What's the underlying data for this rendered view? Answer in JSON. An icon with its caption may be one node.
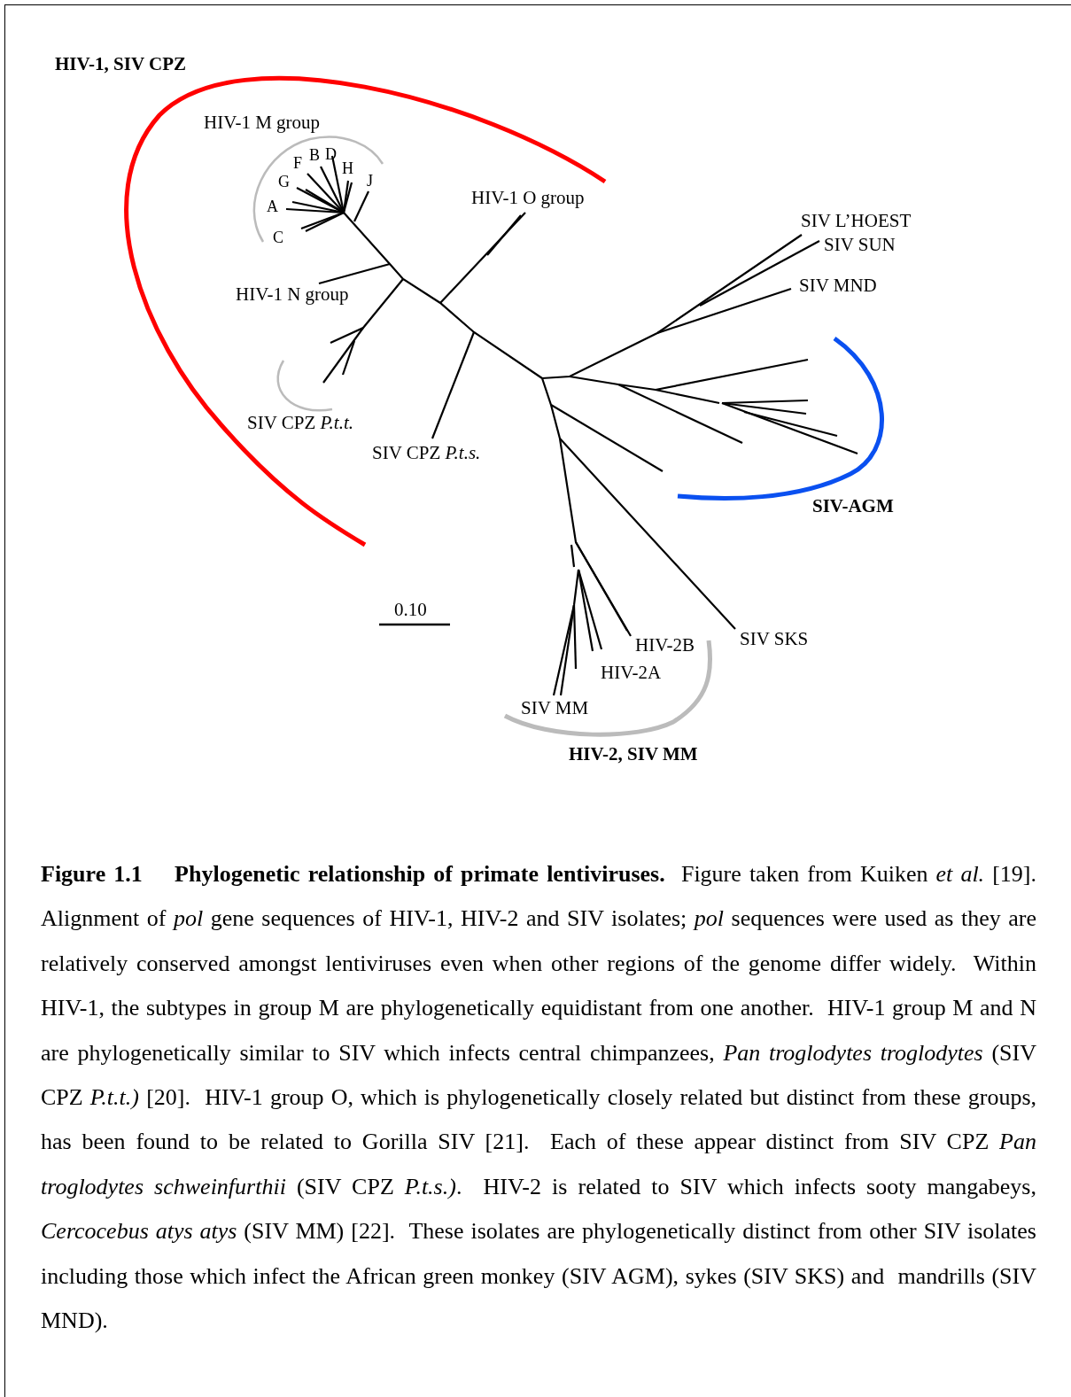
{
  "diagram": {
    "caption": "**Figure 1.1    Phylogenetic relationship of primate lentiviruses.**  Figure taken from Kuiken *et al.* [19].  Alignment of *pol* gene sequences of HIV-1, HIV-2 and SIV isolates; *pol* sequences were used as they are relatively conserved amongst lentiviruses even when other regions of the genome differ widely.  Within HIV-1, the subtypes in group M are phylogenetically equidistant from one another.  HIV-1 group M and N are phylogenetically similar to SIV which infects central chimpanzees, *Pan troglodytes troglodytes* (SIV CPZ *P.t.t.)* [20].  HIV-1 group O, which is phylogenetically closely related but distinct from these groups, has been found to be related to Gorilla SIV [21].  Each of these appear distinct from SIV CPZ *Pan troglodytes schweinfurthii* (SIV CPZ *P.t.s.)*.  HIV-2 is related to SIV which infects sooty mangabeys, *Cercocebus atys atys* (SIV MM) [22].  These isolates are phylogenetically distinct from other SIV isolates including those which infect the African green monkey (SIV AGM), sykes (SIV SKS) and  mandrills (SIV MND).",
    "labels": [
      "HIV-1, SIV CPZ",
      "HIV-1 M group",
      "F",
      "B",
      "D",
      "H",
      "G",
      "J",
      "HIV-1 O group",
      "A",
      "SIV L’HOEST",
      "SIV SUN",
      "C",
      "SIV MND",
      "HIV-1 N group",
      "SIV CPZ *P.t.t.*",
      "SIV CPZ *P.t.s.*",
      "SIV-AGM",
      "0.10",
      "HIV-2B",
      "SIV SKS",
      "HIV-2A",
      "SIV MM",
      "HIV-2, SIV MM"
    ]
  }
}
